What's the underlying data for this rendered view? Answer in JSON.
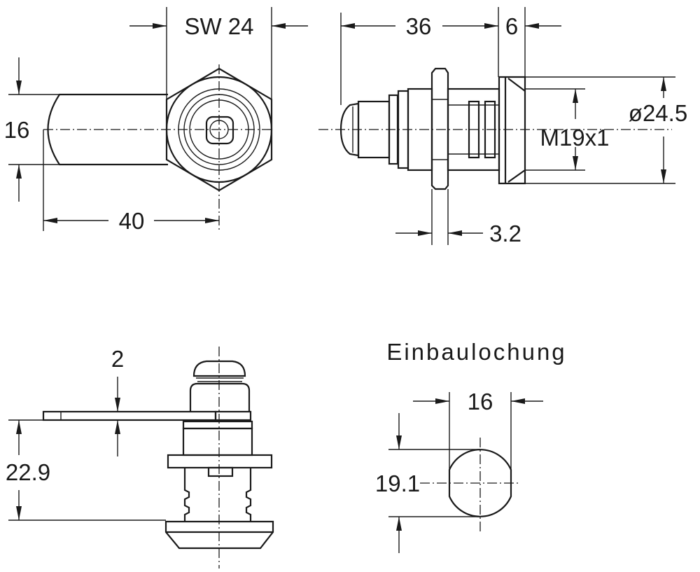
{
  "dimensions": {
    "sw": "SW 24",
    "cam_height": "16",
    "cam_length": "40",
    "body_length": "36",
    "flange_width": "6",
    "thread": "M19x1",
    "flange_diameter": "ø24.5",
    "nut_thickness": "3.2",
    "cam_thickness": "2",
    "cam_offset": "22.9",
    "hole_width": "16",
    "hole_height": "19.1"
  },
  "labels": {
    "mounting_hole": "Einbaulochung"
  },
  "colors": {
    "line": "#1a1a1a",
    "background": "#ffffff"
  }
}
